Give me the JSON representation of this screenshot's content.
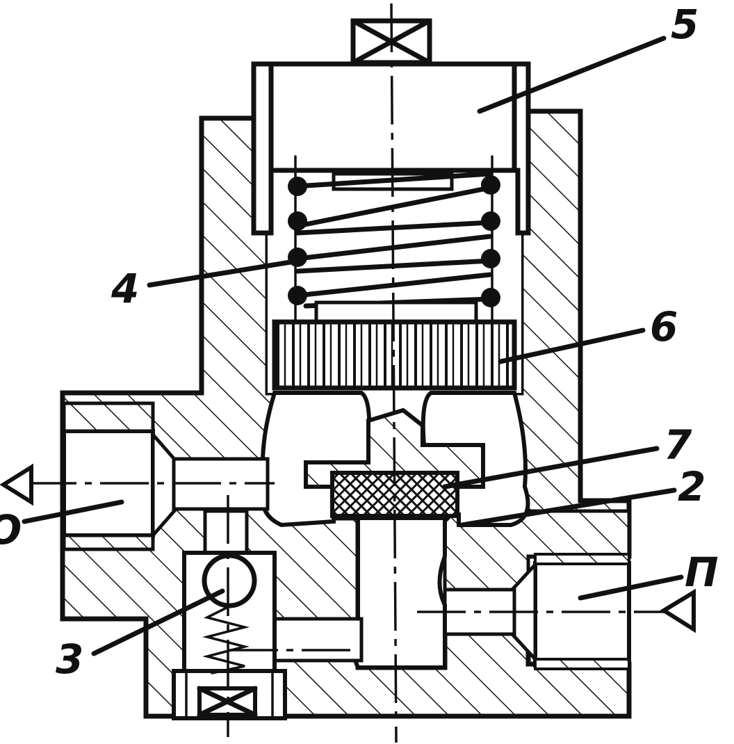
{
  "diagram": {
    "labels": {
      "5": "5",
      "4": "4",
      "6": "6",
      "7": "7",
      "2": "2",
      "o": "O",
      "p": "П",
      "3": "3"
    },
    "colors": {
      "ink": "#111111",
      "paper": "#ffffff"
    }
  }
}
